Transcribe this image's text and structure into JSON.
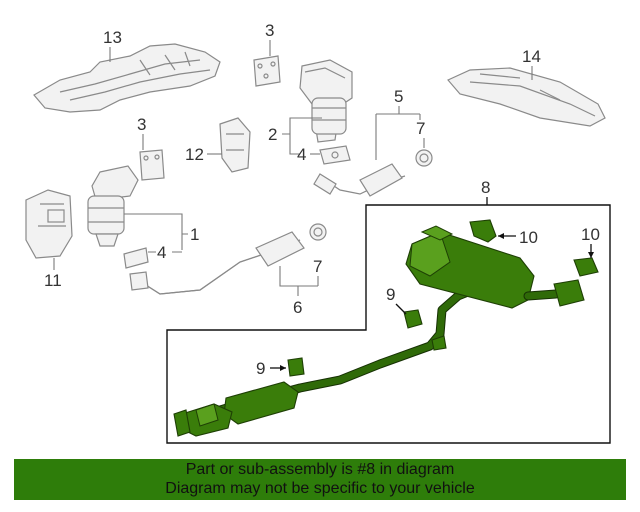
{
  "callouts": {
    "c13": "13",
    "c3a": "3",
    "c14": "14",
    "c5": "5",
    "c2": "2",
    "c7a": "7",
    "c4a": "4",
    "c3b": "3",
    "c12": "12",
    "c8": "8",
    "c10a": "10",
    "c10b": "10",
    "c1": "1",
    "c4b": "4",
    "c11": "11",
    "c7b": "7",
    "c9a": "9",
    "c6": "6",
    "c9b": "9"
  },
  "banner": {
    "line1": "Part or sub-assembly is #8 in diagram",
    "line2": "Diagram may not be specific to your vehicle"
  },
  "colors": {
    "highlight": "#3a7d0a",
    "banner": "#2e7d0a",
    "part_outline": "#8a8a8a"
  }
}
